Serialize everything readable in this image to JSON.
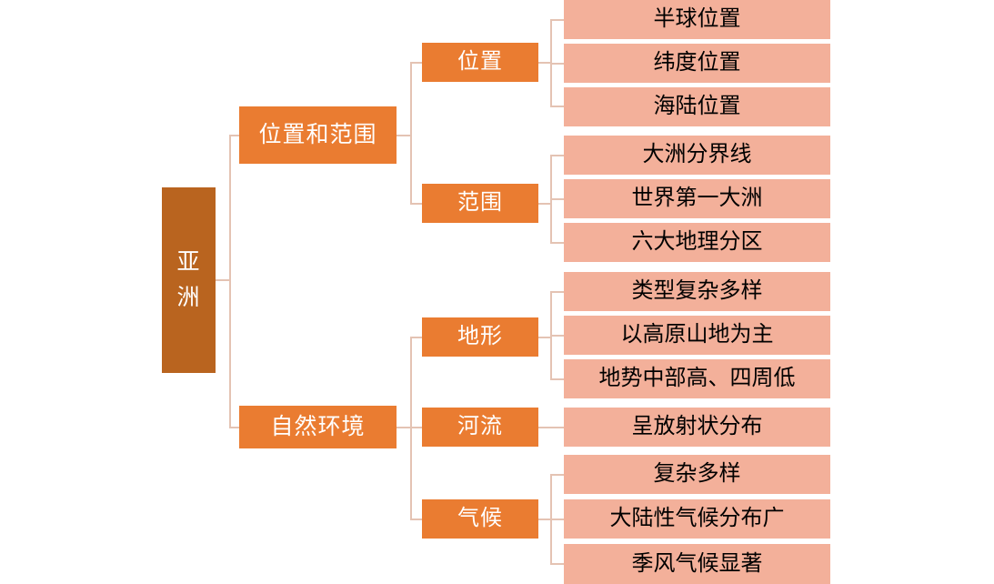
{
  "diagram": {
    "type": "mind-map-tree",
    "title": "亚洲",
    "orientation": "left-to-right",
    "colors": {
      "root": "#B9641F",
      "branch": "#EA7C31",
      "leaf": "#F3B09A",
      "connector": "#E4C3B3",
      "root_text": "#FFFFFF",
      "branch_text": "#FFFFFF",
      "leaf_text": "#000000",
      "background": "#FFFFFF"
    }
  },
  "root": {
    "label": "亚洲",
    "char1": "亚",
    "char2": "洲"
  },
  "branches": [
    {
      "label": "位置和范围",
      "subbranches": [
        {
          "label": "位置",
          "leaves": [
            {
              "label": "半球位置"
            },
            {
              "label": "纬度位置"
            },
            {
              "label": "海陆位置"
            }
          ]
        },
        {
          "label": "范围",
          "leaves": [
            {
              "label": "大洲分界线"
            },
            {
              "label": "世界第一大洲"
            },
            {
              "label": "六大地理分区"
            }
          ]
        }
      ]
    },
    {
      "label": "自然环境",
      "subbranches": [
        {
          "label": "地形",
          "leaves": [
            {
              "label": "类型复杂多样"
            },
            {
              "label": "以高原山地为主"
            },
            {
              "label": "地势中部高、四周低"
            }
          ]
        },
        {
          "label": "河流",
          "leaves": [
            {
              "label": "呈放射状分布"
            }
          ]
        },
        {
          "label": "气候",
          "leaves": [
            {
              "label": "复杂多样"
            },
            {
              "label": "大陆性气候分布广"
            },
            {
              "label": "季风气候显著"
            }
          ]
        }
      ]
    }
  ]
}
